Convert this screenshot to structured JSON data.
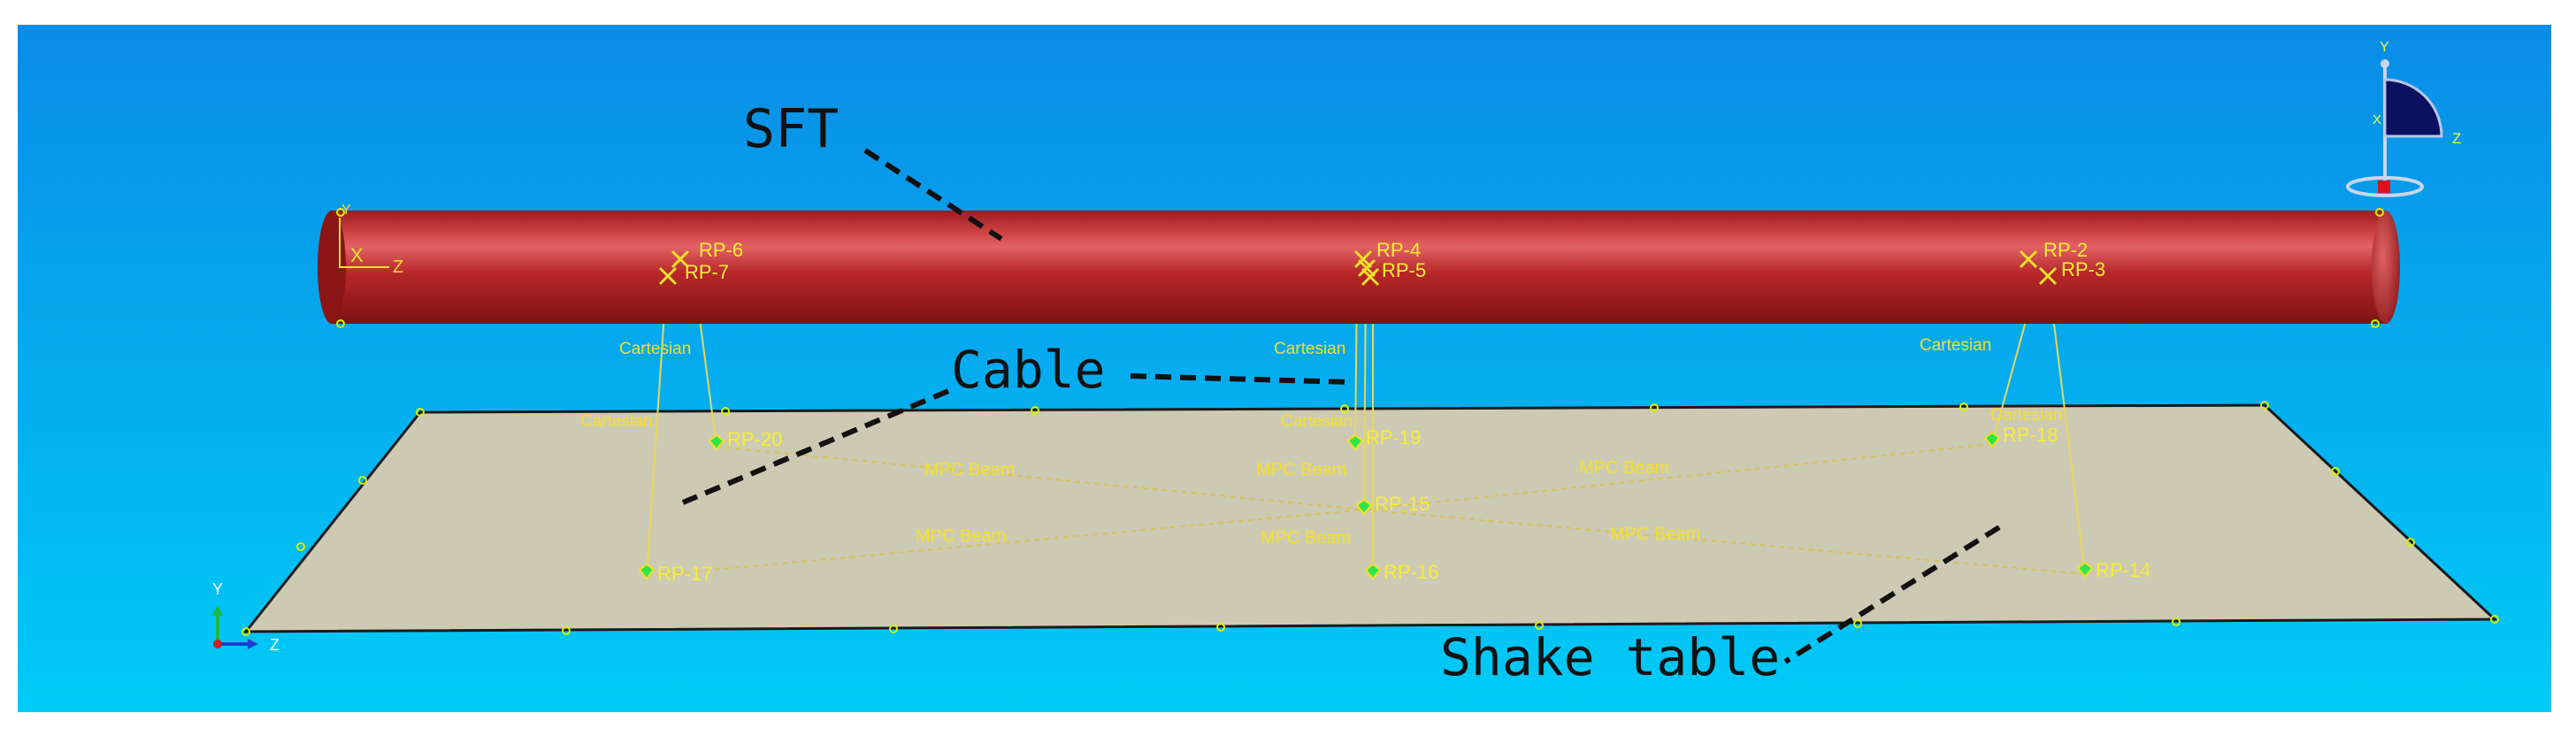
{
  "callouts": {
    "sft": "SFT",
    "cable": "Cable",
    "shake_table": "Shake table"
  },
  "rp_labels": {
    "rp6": "RP-6",
    "rp7": "RP-7",
    "rp4": "RP-4",
    "rp5": "RP-5",
    "rp2": "RP-2",
    "rp3": "RP-3",
    "rp20": "RP-20",
    "rp19": "RP-19",
    "rp18": "RP-18",
    "rp15": "RP-15",
    "rp17": "RP-17",
    "rp16": "RP-16",
    "rp14": "RP-14"
  },
  "constraint_labels": {
    "cartesian": "Cartesian",
    "mpc_beam": "MPC Beam"
  },
  "triad": {
    "y": "Y",
    "x": "X",
    "z": "Z"
  },
  "colors": {
    "background_top": "#0a8fe8",
    "background_bottom": "#00c8f5",
    "tube": "#b9282b",
    "table": "#cdcab4",
    "label": "#f2e02a"
  }
}
